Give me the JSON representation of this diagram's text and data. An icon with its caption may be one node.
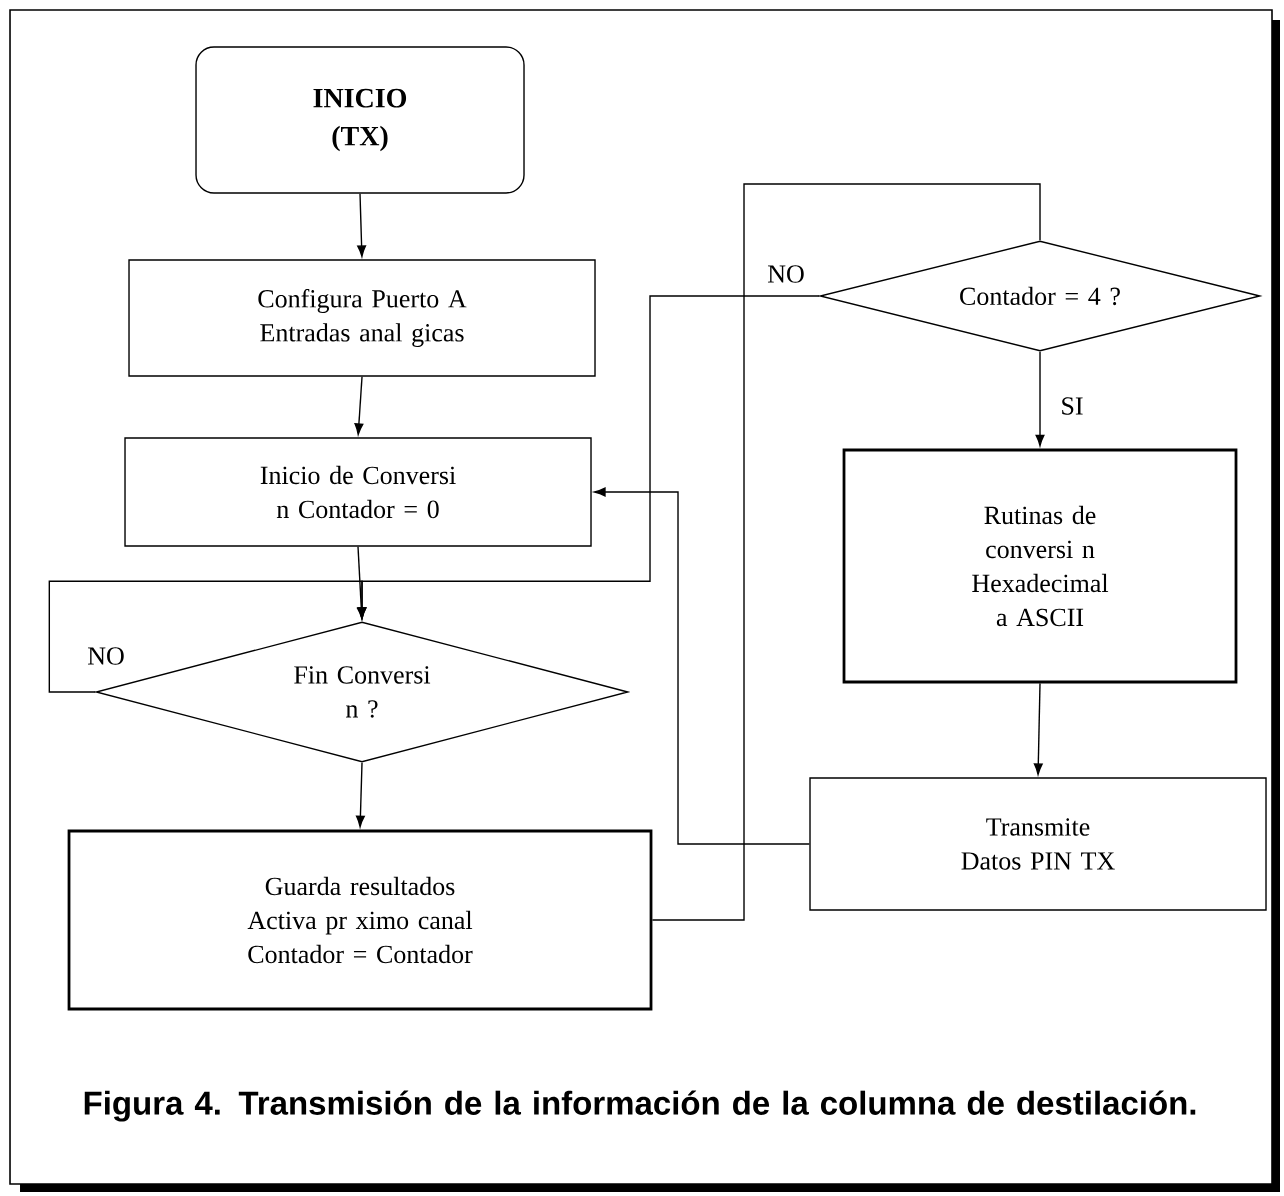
{
  "diagram": {
    "caption": "Figura 4. Transmisión de la información de la columna de destilación.",
    "nodes": [
      {
        "text": [
          "INICIO (TX)"
        ]
      },
      {
        "text": [
          "Configura Puerto A Entradas anal gicas"
        ]
      },
      {
        "text": [
          "Inicio de Conversi n Contador = 0"
        ]
      },
      {
        "text": [
          "Fin Conversi n ?"
        ]
      },
      {
        "text": [
          "Guarda resultados Activa pr ximo canal Contador = Contador"
        ]
      },
      {
        "text": [
          "Contador = 4 ?"
        ]
      },
      {
        "text": [
          "Rutinas de conversi n Hexadecimal a ASCII"
        ]
      },
      {
        "text": [
          "Transmite Datos PIN TX"
        ]
      }
    ],
    "edges": [
      {
        "from": 0,
        "to": 1,
        "arrow": "to"
      },
      {
        "from": 1,
        "to": 2,
        "arrow": "to"
      },
      {
        "from": 2,
        "to": 3,
        "arrow": "to"
      },
      {
        "from": 3,
        "to": 3,
        "arrow": "to",
        "label": "NO"
      },
      {
        "from": 3,
        "to": 4,
        "arrow": "to"
      },
      {
        "from": 4,
        "to": 5,
        "arrow": "none"
      },
      {
        "from": 5,
        "to": 3,
        "arrow": "to",
        "label": "NO"
      },
      {
        "from": 5,
        "to": 6,
        "arrow": "to",
        "label": "SI"
      },
      {
        "from": 6,
        "to": 7,
        "arrow": "to"
      },
      {
        "from": 7,
        "to": 2,
        "arrow": "to"
      }
    ]
  }
}
